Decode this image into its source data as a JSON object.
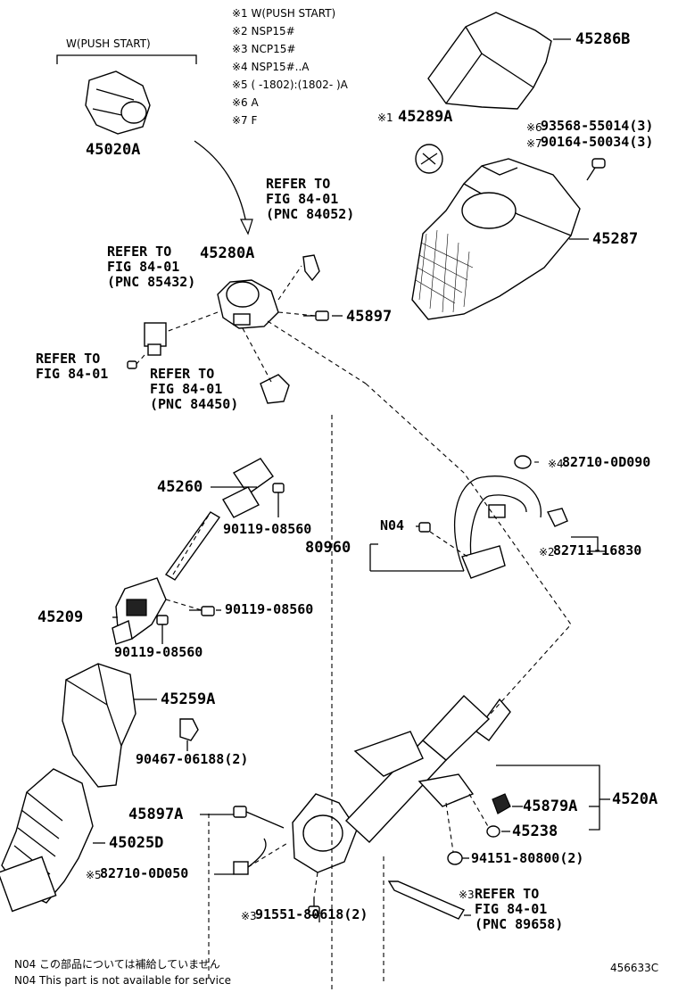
{
  "notes": [
    "※1 W(PUSH START)",
    "※2 NSP15#",
    "※3 NCP15#",
    "※4 NSP15#..A",
    "※5 (      -1802):(1802-      )A",
    "※6 A",
    "※7 F"
  ],
  "group_label": "W(PUSH START)",
  "labels": {
    "p45020A": "45020A",
    "p45286B": "45286B",
    "p45289A": "45289A",
    "p45289A_mark": "※1",
    "p93568": "93568-55014(3)",
    "p93568_mark": "※6",
    "p90164": "90164-50034(3)",
    "p90164_mark": "※7",
    "p45287": "45287",
    "ref84052": "REFER TO\nFIG 84-01\n(PNC 84052)",
    "ref85432": "REFER TO\nFIG 84-01\n(PNC 85432)",
    "p45280A": "45280A",
    "p45897": "45897",
    "ref_fig": "REFER TO\nFIG 84-01",
    "ref84450": "REFER TO\nFIG 84-01\n(PNC 84450)",
    "p82710_0D090": "82710-0D090",
    "p82710_0D090_mark": "※4",
    "p45260": "45260",
    "p90119_a": "90119-08560",
    "n04": "N04",
    "p80960": "80960",
    "p82711": "82711-16830",
    "p82711_mark": "※2",
    "p90119_b": "90119-08560",
    "p45209": "45209",
    "p90119_c": "90119-08560",
    "p45259A": "45259A",
    "p90467": "90467-06188(2)",
    "p45897A": "45897A",
    "p45879A": "45879A",
    "p4520A": "4520A",
    "p45238": "45238",
    "p45025D": "45025D",
    "p82710_0D050": "82710-0D050",
    "p82710_0D050_mark": "※5",
    "p94151": "94151-80800(2)",
    "ref89658": "REFER TO\nFIG 84-01\n(PNC 89658)",
    "ref89658_mark": "※3",
    "p91551": "91551-80618(2)",
    "p91551_mark": "※3"
  },
  "footnotes": [
    "N04  この部品については補給していません",
    "N04  This part is not available for service"
  ],
  "diagram_code": "456633C"
}
